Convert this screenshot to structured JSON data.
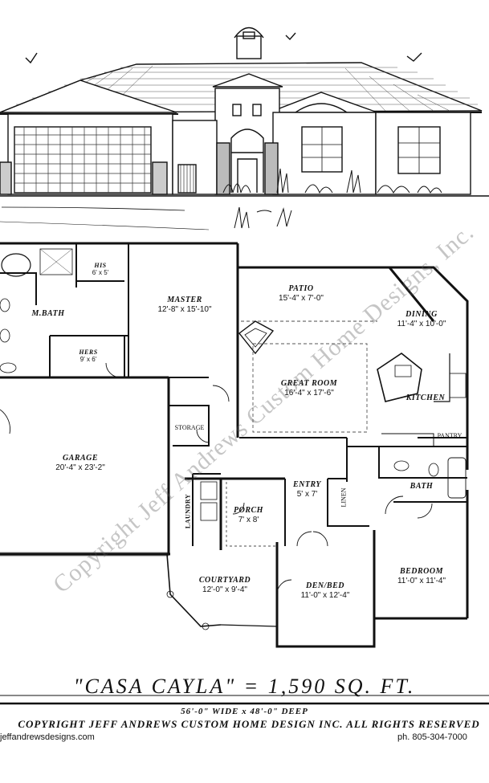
{
  "rooms": {
    "his": {
      "name": "HIS",
      "dims": "6' x 5'"
    },
    "master": {
      "name": "MASTER",
      "dims": "12'-8\" x 15'-10\""
    },
    "mbath": {
      "name": "M.BATH"
    },
    "hers": {
      "name": "HERS",
      "dims": "9' x 6'"
    },
    "patio": {
      "name": "PATIO",
      "dims": "15'-4\" x 7'-0\""
    },
    "dining": {
      "name": "DINING",
      "dims": "11'-4\" x 10'-0\""
    },
    "great_room": {
      "name": "GREAT ROOM",
      "dims": "16'-4\" x 17'-6\""
    },
    "kitchen": {
      "name": "KITCHEN"
    },
    "storage": {
      "name": "STORAGE"
    },
    "pantry": {
      "name": "PANTRY"
    },
    "garage": {
      "name": "GARAGE",
      "dims": "20'-4\" x 23'-2\""
    },
    "bath": {
      "name": "BATH"
    },
    "entry": {
      "name": "ENTRY",
      "dims": "5' x 7'"
    },
    "porch": {
      "name": "PORCH",
      "dims": "7' x 8'"
    },
    "laundry": {
      "name": "LAUNDRY"
    },
    "linen": {
      "name": "LINEN"
    },
    "bedroom": {
      "name": "BEDROOM",
      "dims": "11'-0\" x 11'-4\""
    },
    "courtyard": {
      "name": "COURTYARD",
      "dims": "12'-0\" x 9'-4\""
    },
    "den_bed": {
      "name": "DEN/BED",
      "dims": "11'-0\" x 12'-4\""
    }
  },
  "footer": {
    "title": "\"CASA CAYLA\" = 1,590 SQ. FT.",
    "size": "56'-0\" WIDE x 48'-0\" DEEP",
    "copyright": "COPYRIGHT JEFF ANDREWS CUSTOM HOME DESIGN INC. ALL RIGHTS RESERVED",
    "website": "jeffandrewsdesigns.com",
    "phone": "ph. 805-304-7000"
  },
  "watermark": "Copyright Jeff Andrews Custom Home Designs, Inc.",
  "colors": {
    "ink": "#111111",
    "roof": "#333333",
    "watermark": "#5a5a5a"
  }
}
